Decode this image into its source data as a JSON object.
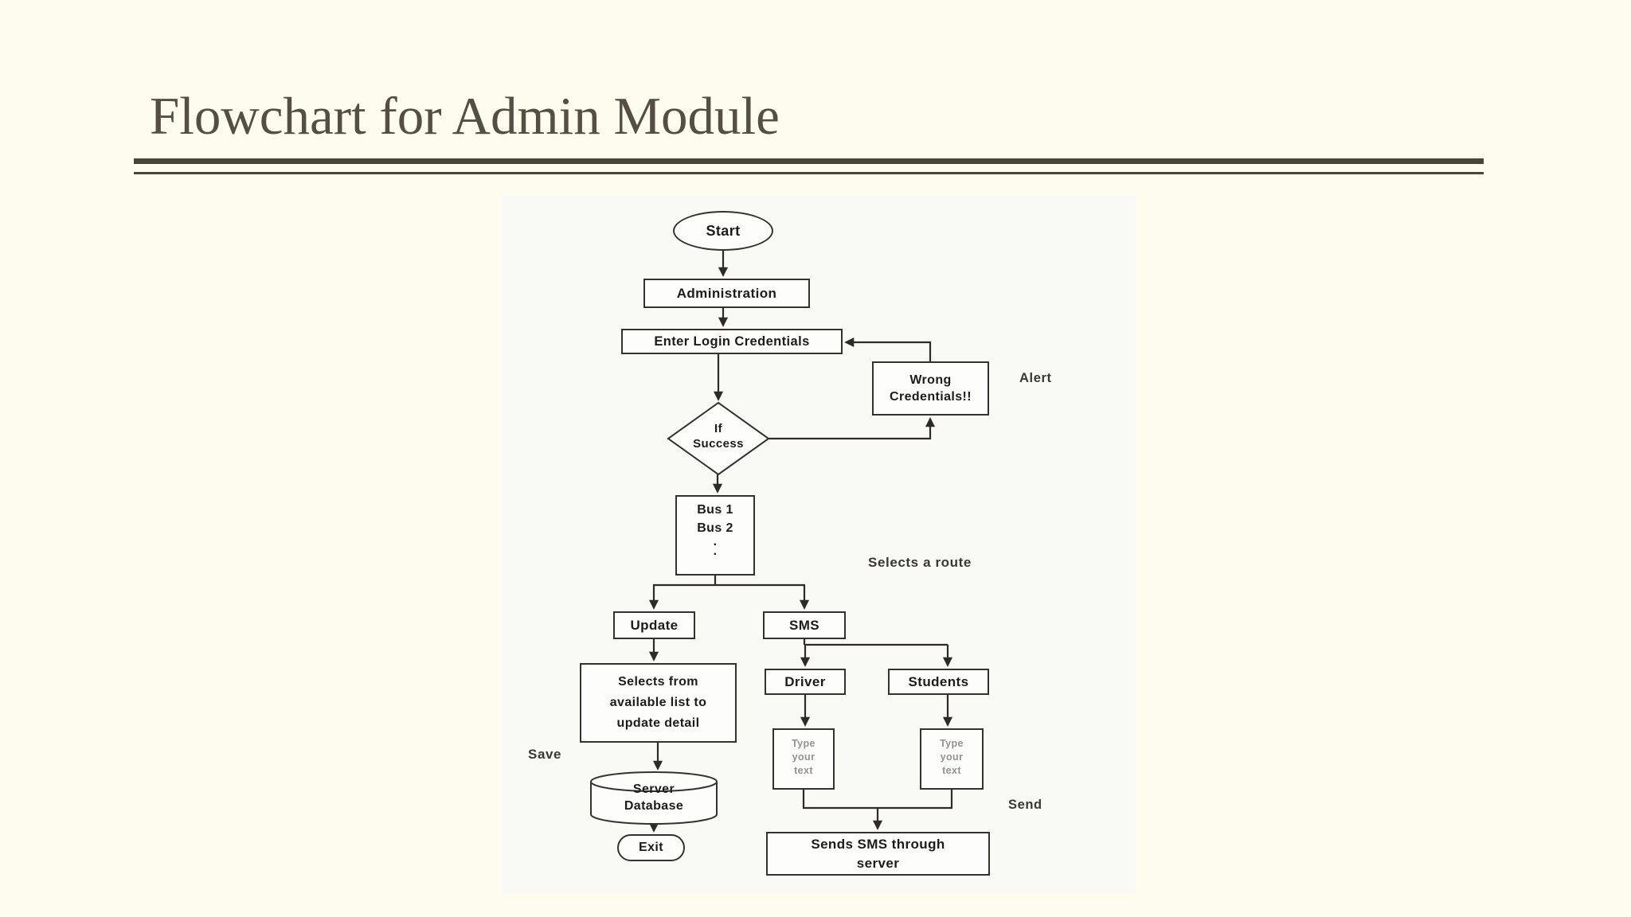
{
  "slide": {
    "title": "Flowchart for Admin Module"
  },
  "flowchart": {
    "nodes": {
      "start": "Start",
      "administration": "Administration",
      "enter_login": "Enter Login Credentials",
      "wrong_credentials": "Wrong Credentials!!",
      "if_success": [
        "If",
        "Success"
      ],
      "bus_list": [
        "Bus 1",
        "Bus 2",
        ".",
        "."
      ],
      "update": "Update",
      "selects_from": "Selects from available list to update detail",
      "server_database": [
        "Server",
        "Database"
      ],
      "exit": "Exit",
      "sms": "SMS",
      "driver": "Driver",
      "students": "Students",
      "type_text_left": "Type your text",
      "type_text_right": "Type your text",
      "sends_sms": "Sends SMS through server"
    },
    "annotations": {
      "alert": "Alert",
      "selects_route": "Selects a route",
      "save": "Save",
      "send": "Send"
    },
    "colors": {
      "line": "#2e2b27",
      "box_fill": "#fdfdfc",
      "placeholder_text": "#96918c",
      "page_background": "#fdfcee",
      "title_text": "#544e45"
    }
  }
}
